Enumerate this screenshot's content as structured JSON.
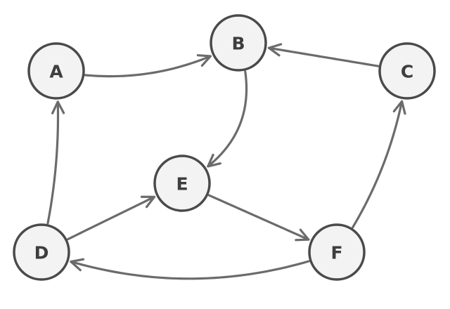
{
  "diagram": {
    "nodes": [
      {
        "id": "A",
        "label": "A"
      },
      {
        "id": "B",
        "label": "B"
      },
      {
        "id": "C",
        "label": "C"
      },
      {
        "id": "D",
        "label": "D"
      },
      {
        "id": "E",
        "label": "E"
      },
      {
        "id": "F",
        "label": "F"
      }
    ],
    "edges": [
      {
        "from": "A",
        "to": "B"
      },
      {
        "from": "C",
        "to": "B"
      },
      {
        "from": "B",
        "to": "E"
      },
      {
        "from": "D",
        "to": "A"
      },
      {
        "from": "D",
        "to": "E"
      },
      {
        "from": "E",
        "to": "F"
      },
      {
        "from": "F",
        "to": "C"
      },
      {
        "from": "F",
        "to": "D"
      }
    ]
  }
}
